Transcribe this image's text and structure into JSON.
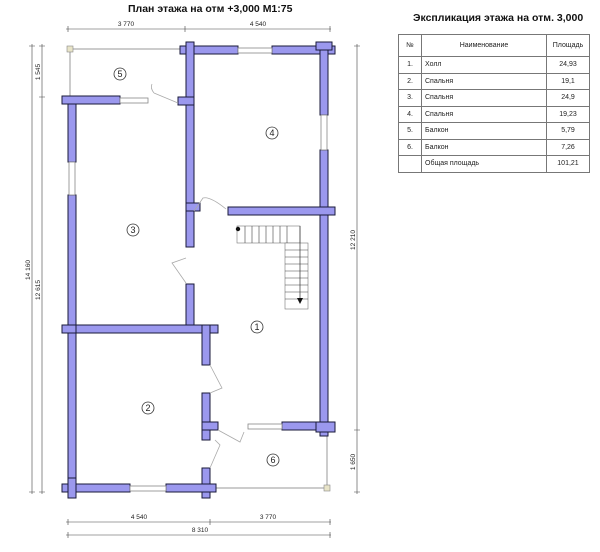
{
  "plan": {
    "title": "План этажа на отм +3,000 М1:75",
    "dimensions": {
      "top_left": "3 770",
      "top_right": "4 540",
      "bottom_left": "4 540",
      "bottom_right": "3 770",
      "bottom_total": "8 310",
      "left_total": "14 160",
      "left_main": "12 615",
      "left_balcony": "1 545",
      "right_main": "12 210",
      "right_balcony": "1 650"
    },
    "rooms": [
      "1",
      "2",
      "3",
      "4",
      "5",
      "6"
    ]
  },
  "explication": {
    "title": "Экспликация этажа на отм. 3,000",
    "headers": [
      "№",
      "Наименование",
      "Площадь"
    ],
    "rows": [
      {
        "num": "1.",
        "name": "Холл",
        "area": "24,93"
      },
      {
        "num": "2.",
        "name": "Спальня",
        "area": "19,1"
      },
      {
        "num": "3.",
        "name": "Спальня",
        "area": "24,9"
      },
      {
        "num": "4.",
        "name": "Спальня",
        "area": "19,23"
      },
      {
        "num": "5.",
        "name": "Балкон",
        "area": "5,79"
      },
      {
        "num": "6.",
        "name": "Балкон",
        "area": "7,26"
      }
    ],
    "total": {
      "name": "Общая площадь",
      "area": "101,21"
    }
  },
  "colors": {
    "wall": "#9b98ee",
    "outline": "#1a1a3a"
  }
}
